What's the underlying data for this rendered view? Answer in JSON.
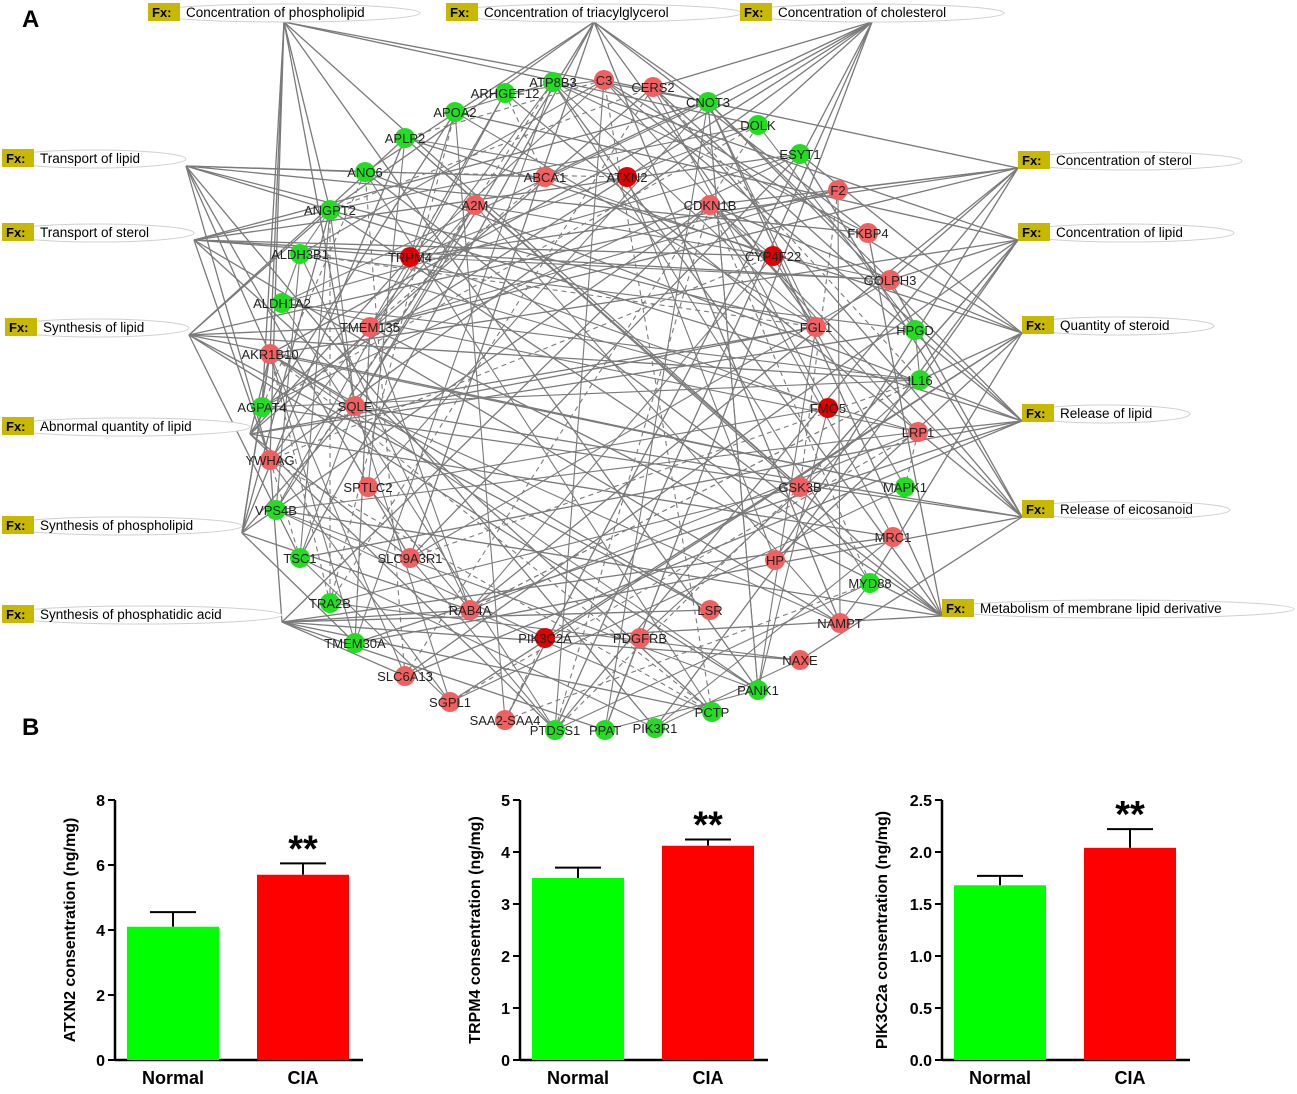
{
  "panel_a_letter": "A",
  "panel_b_letter": "B",
  "network": {
    "function_tag": "Fx:",
    "functions": [
      "Concentration of phospholipid",
      "Concentration of triacylglycerol",
      "Concentration of cholesterol",
      "Transport of lipid",
      "Transport of sterol",
      "Synthesis of lipid",
      "Abnormal quantity of lipid",
      "Synthesis of phospholipid",
      "Synthesis of phosphatidic acid",
      "Concentration of sterol",
      "Concentration of lipid",
      "Quantity of steroid",
      "Release of lipid",
      "Release of eicosanoid",
      "Metabolism of membrane lipid derivative"
    ],
    "colors": {
      "up": "#f06060",
      "up_strong": "#e00000",
      "down": "#22dd22",
      "fx": "#c8b800",
      "edge": "#7a7a7a"
    },
    "genes": [
      {
        "name": "ATP8B3",
        "reg": "down"
      },
      {
        "name": "C3",
        "reg": "up"
      },
      {
        "name": "CERS2",
        "reg": "up"
      },
      {
        "name": "ARHGEF12",
        "reg": "down"
      },
      {
        "name": "CNOT3",
        "reg": "down"
      },
      {
        "name": "APOA2",
        "reg": "down"
      },
      {
        "name": "DOLK",
        "reg": "down"
      },
      {
        "name": "APLP2",
        "reg": "down"
      },
      {
        "name": "ESYT1",
        "reg": "down"
      },
      {
        "name": "ANO6",
        "reg": "down"
      },
      {
        "name": "ABCA1",
        "reg": "up"
      },
      {
        "name": "ATXN2",
        "reg": "up_strong"
      },
      {
        "name": "F2",
        "reg": "up"
      },
      {
        "name": "ANGPT2",
        "reg": "down"
      },
      {
        "name": "A2M",
        "reg": "up"
      },
      {
        "name": "CDKN1B",
        "reg": "up"
      },
      {
        "name": "FKBP4",
        "reg": "up"
      },
      {
        "name": "ALDH3B1",
        "reg": "down"
      },
      {
        "name": "TRPM4",
        "reg": "up_strong"
      },
      {
        "name": "CYP4F22",
        "reg": "up_strong"
      },
      {
        "name": "GOLPH3",
        "reg": "up"
      },
      {
        "name": "ALDH1A2",
        "reg": "down"
      },
      {
        "name": "TMEM135",
        "reg": "up"
      },
      {
        "name": "FGL1",
        "reg": "up"
      },
      {
        "name": "HPGD",
        "reg": "down"
      },
      {
        "name": "AKR1B10",
        "reg": "up"
      },
      {
        "name": "IL16",
        "reg": "down"
      },
      {
        "name": "AGPAT4",
        "reg": "down"
      },
      {
        "name": "SQLE",
        "reg": "up"
      },
      {
        "name": "FMO5",
        "reg": "up_strong"
      },
      {
        "name": "LRP1",
        "reg": "up"
      },
      {
        "name": "YWHAG",
        "reg": "up"
      },
      {
        "name": "SPTLC2",
        "reg": "up"
      },
      {
        "name": "GSK3B",
        "reg": "up"
      },
      {
        "name": "MAPK1",
        "reg": "down"
      },
      {
        "name": "VPS4B",
        "reg": "down"
      },
      {
        "name": "MRC1",
        "reg": "up"
      },
      {
        "name": "TSC1",
        "reg": "down"
      },
      {
        "name": "SLC9A3R1",
        "reg": "up"
      },
      {
        "name": "HP",
        "reg": "up"
      },
      {
        "name": "MYD88",
        "reg": "down"
      },
      {
        "name": "TRA2B",
        "reg": "down"
      },
      {
        "name": "RAB4A",
        "reg": "up"
      },
      {
        "name": "LSR",
        "reg": "up"
      },
      {
        "name": "NAMPT",
        "reg": "up"
      },
      {
        "name": "PIK3C2A",
        "reg": "up_strong"
      },
      {
        "name": "PDGFRB",
        "reg": "up"
      },
      {
        "name": "TMEM30A",
        "reg": "down"
      },
      {
        "name": "NAXE",
        "reg": "up"
      },
      {
        "name": "SLC6A13",
        "reg": "up"
      },
      {
        "name": "PANK1",
        "reg": "down"
      },
      {
        "name": "SGPL1",
        "reg": "up"
      },
      {
        "name": "PCTP",
        "reg": "down"
      },
      {
        "name": "SAA2-SAA4",
        "reg": "up"
      },
      {
        "name": "PTDSS1",
        "reg": "down"
      },
      {
        "name": "PPAT",
        "reg": "down"
      },
      {
        "name": "PIK3R1",
        "reg": "down"
      }
    ]
  },
  "chart_data": [
    {
      "type": "bar",
      "categories": [
        "Normal",
        "CIA"
      ],
      "values": [
        4.1,
        5.7
      ],
      "errors": [
        0.45,
        0.35
      ],
      "colors": [
        "#00ff00",
        "#ff0000"
      ],
      "ylabel": "ATXN2 consentration (ng/mg)",
      "ylim": [
        0,
        8
      ],
      "yticks": [
        "0",
        "2",
        "4",
        "6",
        "8"
      ],
      "annotation": "**"
    },
    {
      "type": "bar",
      "categories": [
        "Normal",
        "CIA"
      ],
      "values": [
        3.5,
        4.12
      ],
      "errors": [
        0.2,
        0.12
      ],
      "colors": [
        "#00ff00",
        "#ff0000"
      ],
      "ylabel": "TRPM4 consentration (ng/mg)",
      "ylim": [
        0,
        5
      ],
      "yticks": [
        "0",
        "1",
        "2",
        "3",
        "4",
        "5"
      ],
      "annotation": "**"
    },
    {
      "type": "bar",
      "categories": [
        "Normal",
        "CIA"
      ],
      "values": [
        1.68,
        2.04
      ],
      "errors": [
        0.09,
        0.18
      ],
      "colors": [
        "#00ff00",
        "#ff0000"
      ],
      "ylabel": "PIK3C2a consentration (ng/mg)",
      "ylim": [
        0,
        2.5
      ],
      "yticks": [
        "0.0",
        "0.5",
        "1.0",
        "1.5",
        "2.0",
        "2.5"
      ],
      "annotation": "**"
    }
  ]
}
